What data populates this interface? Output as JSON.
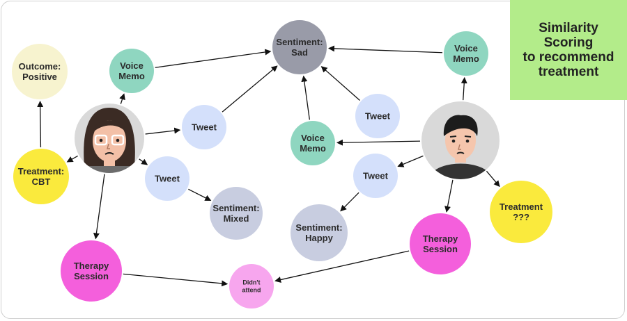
{
  "callout": {
    "text": "Similarity\nScoring\nto recommend\ntreatment"
  },
  "nodes": {
    "outcome_positive": {
      "lines": [
        "Outcome:",
        "Positive"
      ],
      "color": "#f7f3cf"
    },
    "voice_memo_1": {
      "lines": [
        "Voice",
        "Memo"
      ],
      "color": "#8fd6c0"
    },
    "sentiment_sad": {
      "lines": [
        "Sentiment:",
        "Sad"
      ],
      "color": "#999ba8"
    },
    "voice_memo_2": {
      "lines": [
        "Voice",
        "Memo"
      ],
      "color": "#8fd6c0"
    },
    "tweet_1": {
      "lines": [
        "Tweet"
      ],
      "color": "#d4e0fb"
    },
    "tweet_top_right": {
      "lines": [
        "Tweet"
      ],
      "color": "#d4e0fb"
    },
    "voice_memo_3": {
      "lines": [
        "Voice",
        "Memo"
      ],
      "color": "#8fd6c0"
    },
    "treatment_cbt": {
      "lines": [
        "Treatment:",
        "CBT"
      ],
      "color": "#faea3d"
    },
    "tweet_2": {
      "lines": [
        "Tweet"
      ],
      "color": "#d4e0fb"
    },
    "tweet_3": {
      "lines": [
        "Tweet"
      ],
      "color": "#d4e0fb"
    },
    "sentiment_mixed": {
      "lines": [
        "Sentiment:",
        "Mixed"
      ],
      "color": "#c8cde0"
    },
    "treatment_unknown": {
      "lines": [
        "Treatment",
        "???"
      ],
      "color": "#faea3d"
    },
    "sentiment_happy": {
      "lines": [
        "Sentiment:",
        "Happy"
      ],
      "color": "#c8cde0"
    },
    "therapy_session_2": {
      "lines": [
        "Therapy",
        "Session"
      ],
      "color": "#f45fdc"
    },
    "therapy_session_1": {
      "lines": [
        "Therapy",
        "Session"
      ],
      "color": "#f45fdc"
    },
    "didnt_attend": {
      "lines": [
        "Didn't",
        "attend"
      ],
      "color": "#f7a6ee"
    }
  },
  "people": {
    "woman": {
      "icon": "woman-avatar-icon"
    },
    "man": {
      "icon": "man-avatar-icon"
    }
  }
}
